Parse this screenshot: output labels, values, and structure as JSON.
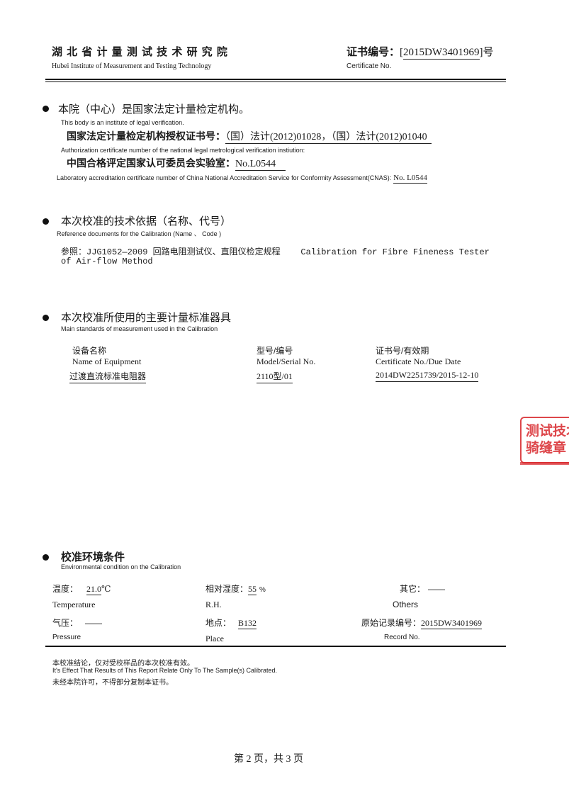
{
  "header": {
    "institute_cn": "湖 北 省 计 量 测 试 技 术 研 究 院",
    "institute_en": "Hubei Institute of Measurement and Testing Technology",
    "cert_label_cn": "证书编号：",
    "cert_open": "[",
    "cert_number": "2015DW3401969",
    "cert_close": "]号",
    "cert_label_en": "Certificate No."
  },
  "section1": {
    "title_cn": "本院（中心）是国家法定计量检定机构。",
    "title_en": "This body is an institute  of  legal  verification.",
    "auth_label_cn": "国家法定计量检定机构授权证书号：",
    "auth_value": "（国）法计(2012)01028，（国）法计(2012)01040",
    "auth_en": "Authorization certificate number of the national legal metrological verification instiution:",
    "lab_label_cn": "中国合格评定国家认可委员会实验室：",
    "lab_value": "No.L0544",
    "lab_en_label": "Laboratory accreditation certificate number of China National Accreditation Service for Conformity Assessment(CNAS):",
    "lab_en_value": "No. L0544"
  },
  "section2": {
    "title_cn": "本次校准的技术依据（名称、代号）",
    "title_en": "Reference documents for the Calibration (Name 、 Code )",
    "ref_line1": "参照：JJG1052—2009 回路电阻测试仪、直阻仪检定规程    Calibration for Fibre Fineness Tester",
    "ref_line2": "of Air-flow Method"
  },
  "section3": {
    "title_cn": "本次校准所使用的主要计量标准器具",
    "title_en": "Main standards of measurement used in the Calibration",
    "col1_cn": "设备名称",
    "col1_en": "Name of Equipment",
    "col2_cn": "型号/编号",
    "col2_en": "Model/Serial No.",
    "col3_cn": "证书号/有效期",
    "col3_en": "Certificate No./Due Date",
    "rows": [
      {
        "name": "过渡直流标准电阻器",
        "model": "2110型/01",
        "cert": "2014DW2251739/2015-12-10"
      }
    ]
  },
  "section4": {
    "title_cn": "校准环境条件",
    "title_en": "Environmental condition on the Calibration",
    "temp_label_cn": "温度：",
    "temp_value": "21.0",
    "temp_unit": "℃",
    "temp_label_en": "Temperature",
    "rh_label_cn": "相对湿度：",
    "rh_value": "55",
    "rh_unit": "%",
    "rh_label_en": "R.H.",
    "other_label_cn": "其它：",
    "other_value": "——",
    "other_label_en": "Others",
    "pressure_label_cn": "气压：",
    "pressure_value": "——",
    "pressure_label_en": "Pressure",
    "place_label_cn": "地点：",
    "place_value": "B132",
    "place_label_en": "Place",
    "record_label_cn": "原始记录编号：",
    "record_value": "2015DW3401969",
    "record_label_en": "Record No."
  },
  "footer": {
    "note1": "本校准结论，仅对受校样品的本次校准有效。",
    "note2": "It's Effect That Results  of This Report Relate Only To The Sample(s) Calibrated.",
    "note3": "未经本院许可，不得部分复制本证书。",
    "page": "第 2 页，共 3 页"
  },
  "stamp": {
    "text1": "测试技术",
    "text2": "骑缝章",
    "color": "#d8262b"
  }
}
